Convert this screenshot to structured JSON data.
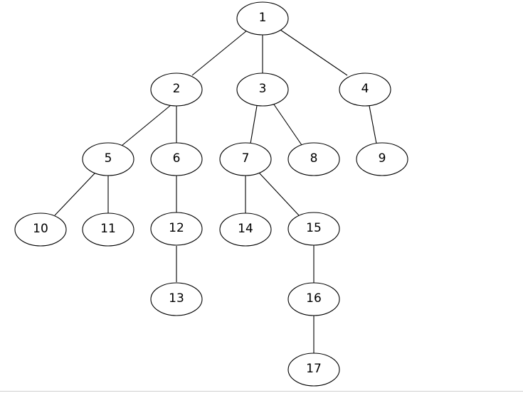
{
  "diagram": {
    "type": "tree",
    "root": "1",
    "nodes": [
      {
        "id": "n1",
        "label": "1"
      },
      {
        "id": "n2",
        "label": "2"
      },
      {
        "id": "n3",
        "label": "3"
      },
      {
        "id": "n4",
        "label": "4"
      },
      {
        "id": "n5",
        "label": "5"
      },
      {
        "id": "n6",
        "label": "6"
      },
      {
        "id": "n7",
        "label": "7"
      },
      {
        "id": "n8",
        "label": "8"
      },
      {
        "id": "n9",
        "label": "9"
      },
      {
        "id": "n10",
        "label": "10"
      },
      {
        "id": "n11",
        "label": "11"
      },
      {
        "id": "n12",
        "label": "12"
      },
      {
        "id": "n13",
        "label": "13"
      },
      {
        "id": "n14",
        "label": "14"
      },
      {
        "id": "n15",
        "label": "15"
      },
      {
        "id": "n16",
        "label": "16"
      },
      {
        "id": "n17",
        "label": "17"
      }
    ],
    "edges": [
      {
        "from": "1",
        "to": "2"
      },
      {
        "from": "1",
        "to": "3"
      },
      {
        "from": "1",
        "to": "4"
      },
      {
        "from": "2",
        "to": "5"
      },
      {
        "from": "2",
        "to": "6"
      },
      {
        "from": "3",
        "to": "7"
      },
      {
        "from": "3",
        "to": "8"
      },
      {
        "from": "4",
        "to": "9"
      },
      {
        "from": "5",
        "to": "10"
      },
      {
        "from": "5",
        "to": "11"
      },
      {
        "from": "6",
        "to": "12"
      },
      {
        "from": "12",
        "to": "13"
      },
      {
        "from": "7",
        "to": "14"
      },
      {
        "from": "7",
        "to": "15"
      },
      {
        "from": "15",
        "to": "16"
      },
      {
        "from": "16",
        "to": "17"
      }
    ]
  }
}
